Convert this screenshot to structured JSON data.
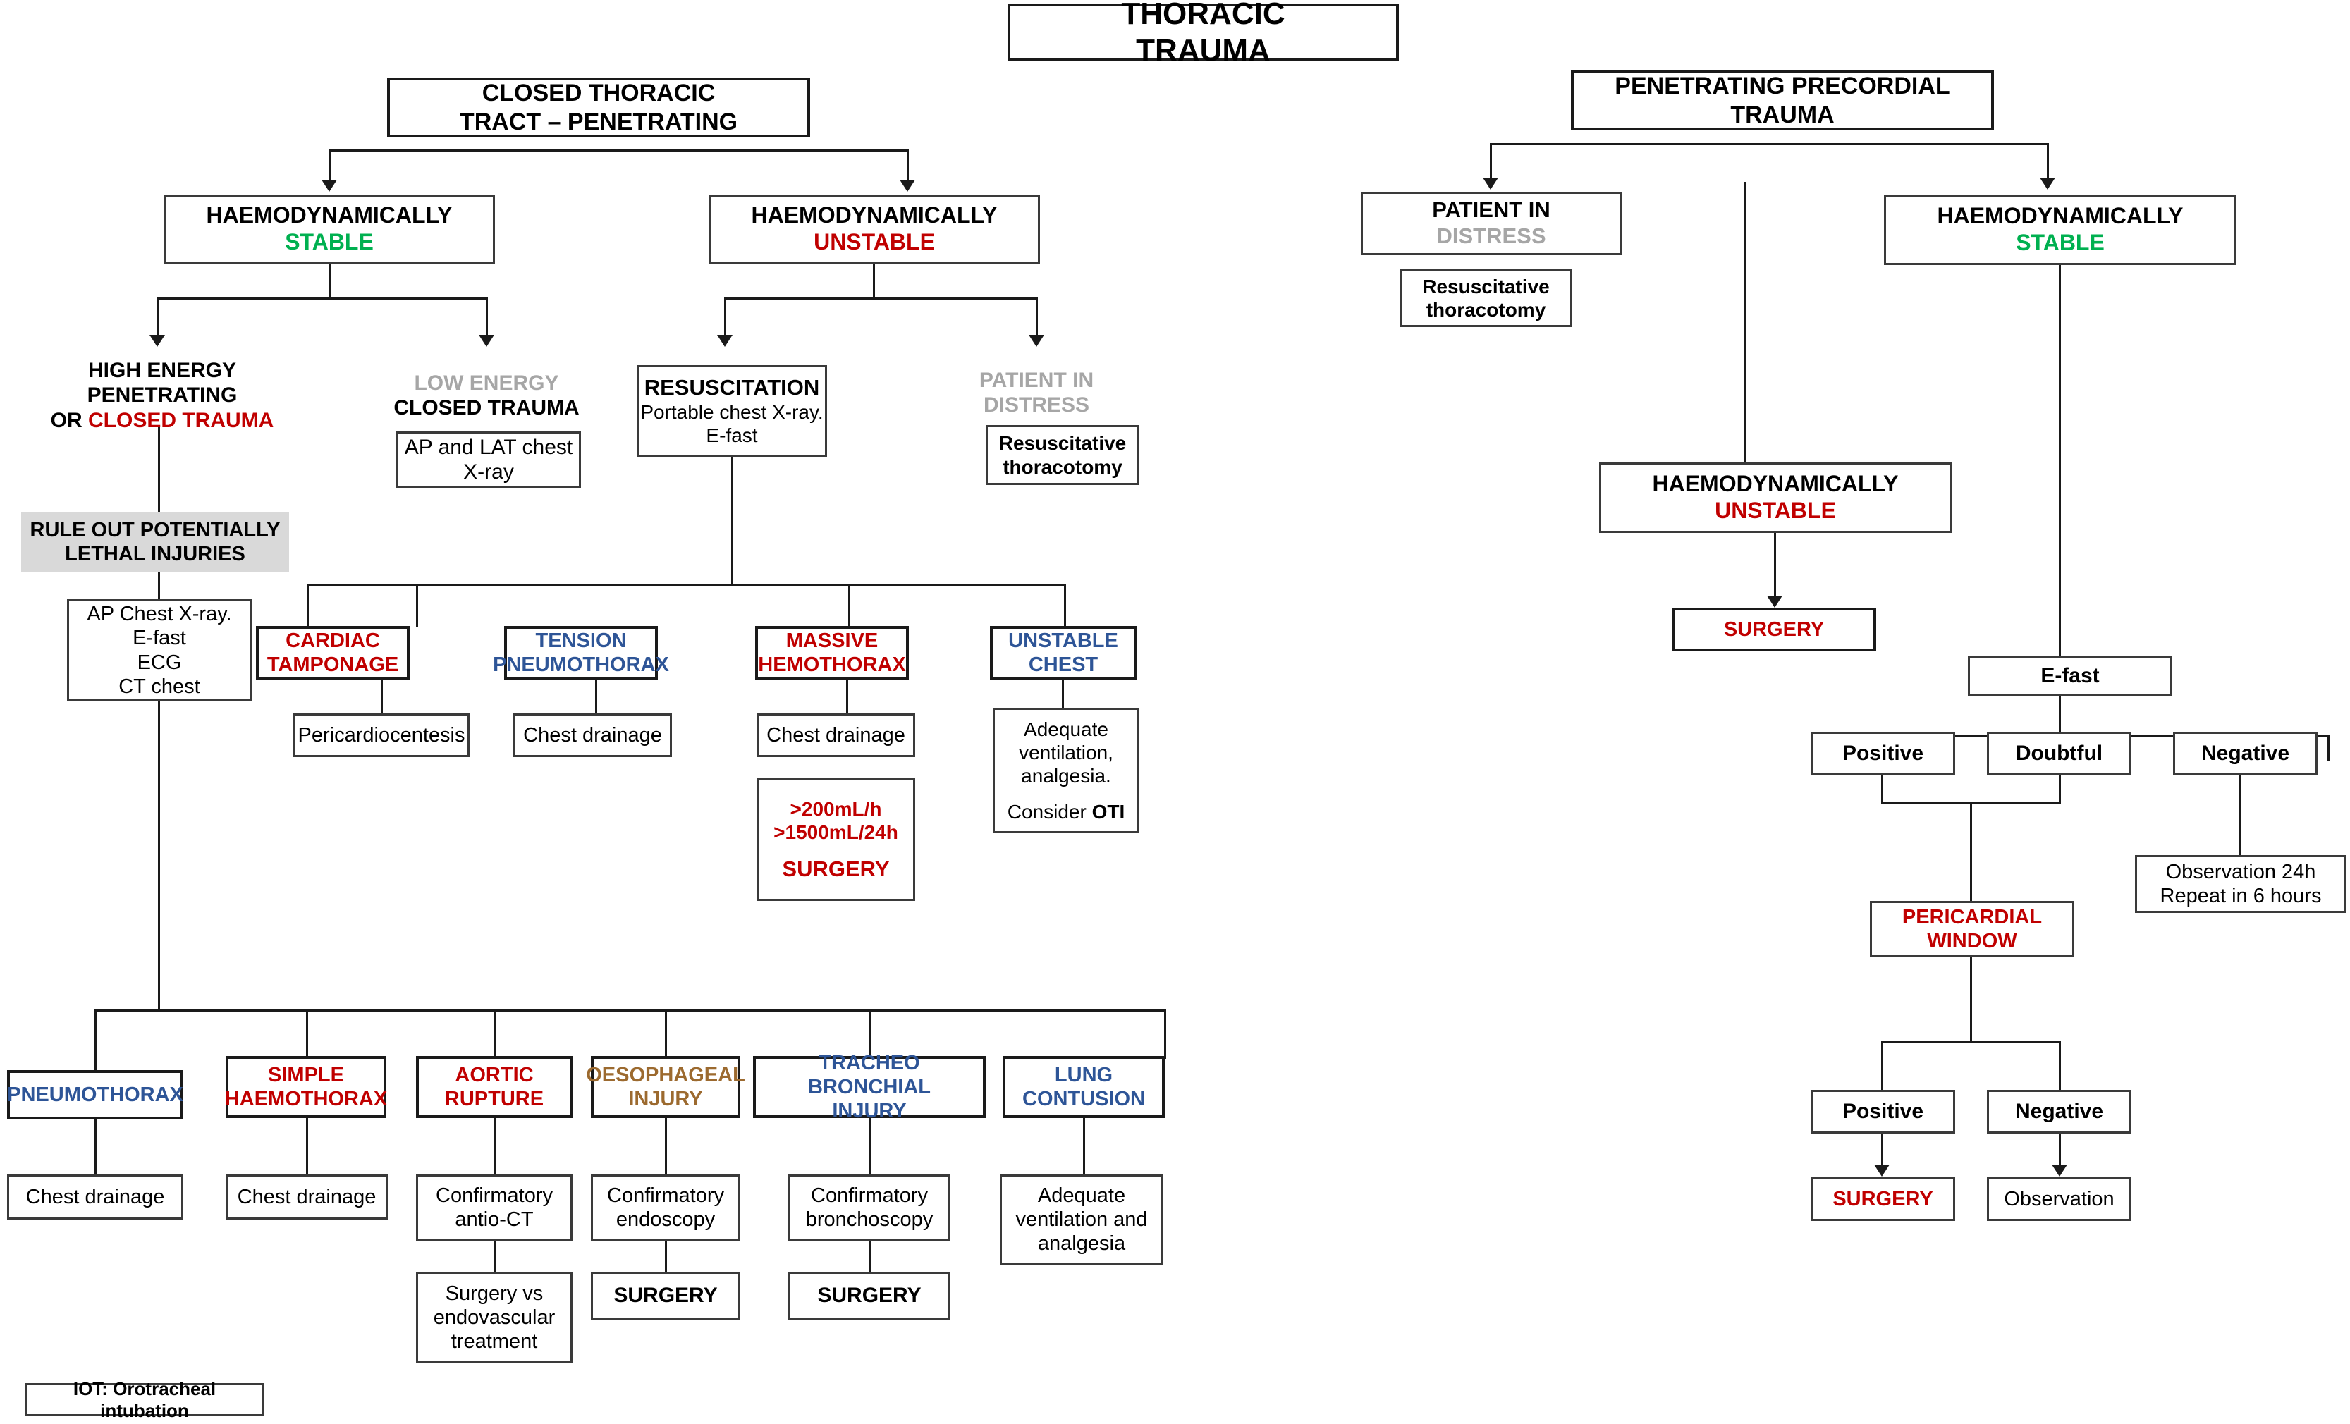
{
  "title_box": {
    "line1": "THORACIC",
    "line2": "TRAUMA"
  },
  "left_branch": {
    "root": {
      "line1": "CLOSED THORACIC",
      "line2": "TRACT – PENETRATING"
    },
    "stable": {
      "line1": "HAEMODYNAMICALLY",
      "line2": "STABLE"
    },
    "unstable": {
      "line1": "HAEMODYNAMICALLY",
      "line2": "UNSTABLE"
    },
    "high_energy": {
      "line1": "HIGH ENERGY PENETRATING",
      "line2_prefix": "OR ",
      "line2_red": "CLOSED TRAUMA"
    },
    "low_energy": {
      "line1": "LOW ENERGY",
      "line2": "CLOSED TRAUMA"
    },
    "ap_lat": {
      "line1": "AP and LAT chest",
      "line2": "X-ray"
    },
    "rule_out": {
      "line1": "RULE OUT POTENTIALLY",
      "line2": "LETHAL INJURIES"
    },
    "workup": {
      "line1": "AP Chest X-ray.",
      "line2": "E-fast",
      "line3": "ECG",
      "line4": "CT chest"
    },
    "resuscitation": {
      "title": "RESUSCITATION",
      "line1": "Portable chest X-ray.",
      "line2": "E-fast"
    },
    "patient_distress": {
      "line1": "PATIENT IN",
      "line2": "DISTRESS"
    },
    "resus_thoracotomy": {
      "line1": "Resuscitative",
      "line2": "thoracotomy"
    },
    "conditions": [
      {
        "name": "CARDIAC TAMPONAGE",
        "line1": "CARDIAC",
        "line2": "TAMPONAGE",
        "color": "red",
        "treatment": "Pericardiocentesis"
      },
      {
        "name": "TENSION PNEUMOTHORAX",
        "line1": "TENSION",
        "line2": "PNEUMOTHORAX",
        "color": "blue",
        "treatment": "Chest drainage"
      },
      {
        "name": "MASSIVE HEMOTHORAX",
        "line1": "MASSIVE",
        "line2": "HEMOTHORAX",
        "color": "red",
        "treatment": "Chest drainage"
      },
      {
        "name": "UNSTABLE CHEST",
        "line1": "UNSTABLE",
        "line2": "CHEST",
        "color": "blue",
        "treatment": ""
      }
    ],
    "massive_criteria": {
      "line1": ">200mL/h",
      "line2": ">1500mL/24h",
      "line3": "SURGERY"
    },
    "unstable_chest_mgmt": {
      "line1": "Adequate",
      "line2": "ventilation,",
      "line3": "analgesia.",
      "line4_prefix": "Consider ",
      "line4_bold": "OTI"
    },
    "injuries": [
      {
        "line1": "PNEUMOTHORAX",
        "line2": "",
        "color": "blue",
        "step1": "Chest drainage",
        "step2": "",
        "step3": ""
      },
      {
        "line1": "SIMPLE",
        "line2": "HAEMOTHORAX",
        "color": "red",
        "step1": "Chest drainage",
        "step2": "",
        "step3": ""
      },
      {
        "line1": "AORTIC",
        "line2": "RUPTURE",
        "color": "red",
        "step1": "Confirmatory antio-CT",
        "step2": "Surgery vs endovascular treatment",
        "step3": ""
      },
      {
        "line1": "OESOPHAGEAL",
        "line2": "INJURY",
        "color": "brown",
        "step1": "Confirmatory endoscopy",
        "step2": "SURGERY",
        "step3": ""
      },
      {
        "line1": "TRACHEO BRONCHIAL",
        "line2": "INJURY",
        "color": "blue",
        "step1": "Confirmatory bronchoscopy",
        "step2": "SURGERY",
        "step3": ""
      },
      {
        "line1": "LUNG",
        "line2": "CONTUSION",
        "color": "blue",
        "step1": "Adequate ventilation and analgesia",
        "step2": "",
        "step3": ""
      }
    ],
    "footnote": "IOT: Orotracheal intubation"
  },
  "right_branch": {
    "root": {
      "line1": "PENETRATING PRECORDIAL",
      "line2": "TRAUMA"
    },
    "patient_distress": {
      "line1": "PATIENT IN",
      "line2": "DISTRESS"
    },
    "resus_thoracotomy": {
      "line1": "Resuscitative",
      "line2": "thoracotomy"
    },
    "stable": {
      "line1": "HAEMODYNAMICALLY",
      "line2": "STABLE"
    },
    "unstable": {
      "line1": "HAEMODYNAMICALLY",
      "line2": "UNSTABLE"
    },
    "surgery_unstable": "SURGERY",
    "efast": "E-fast",
    "efast_results": [
      "Positive",
      "Doubtful",
      "Negative"
    ],
    "observation_24h": {
      "line1": "Observation 24h",
      "line2": "Repeat in 6 hours"
    },
    "pericardial_window": {
      "line1": "PERICARDIAL",
      "line2": "WINDOW"
    },
    "window_results": [
      "Positive",
      "Negative"
    ],
    "window_surgery": "SURGERY",
    "window_observation": "Observation"
  },
  "colors": {
    "red": "#c00000",
    "green": "#00b050",
    "blue": "#2e5597",
    "grey_text": "#a6a6a6",
    "brown": "#9c6a2f",
    "grey_fill": "#d9d9d9",
    "line": "#1a1a1a"
  }
}
